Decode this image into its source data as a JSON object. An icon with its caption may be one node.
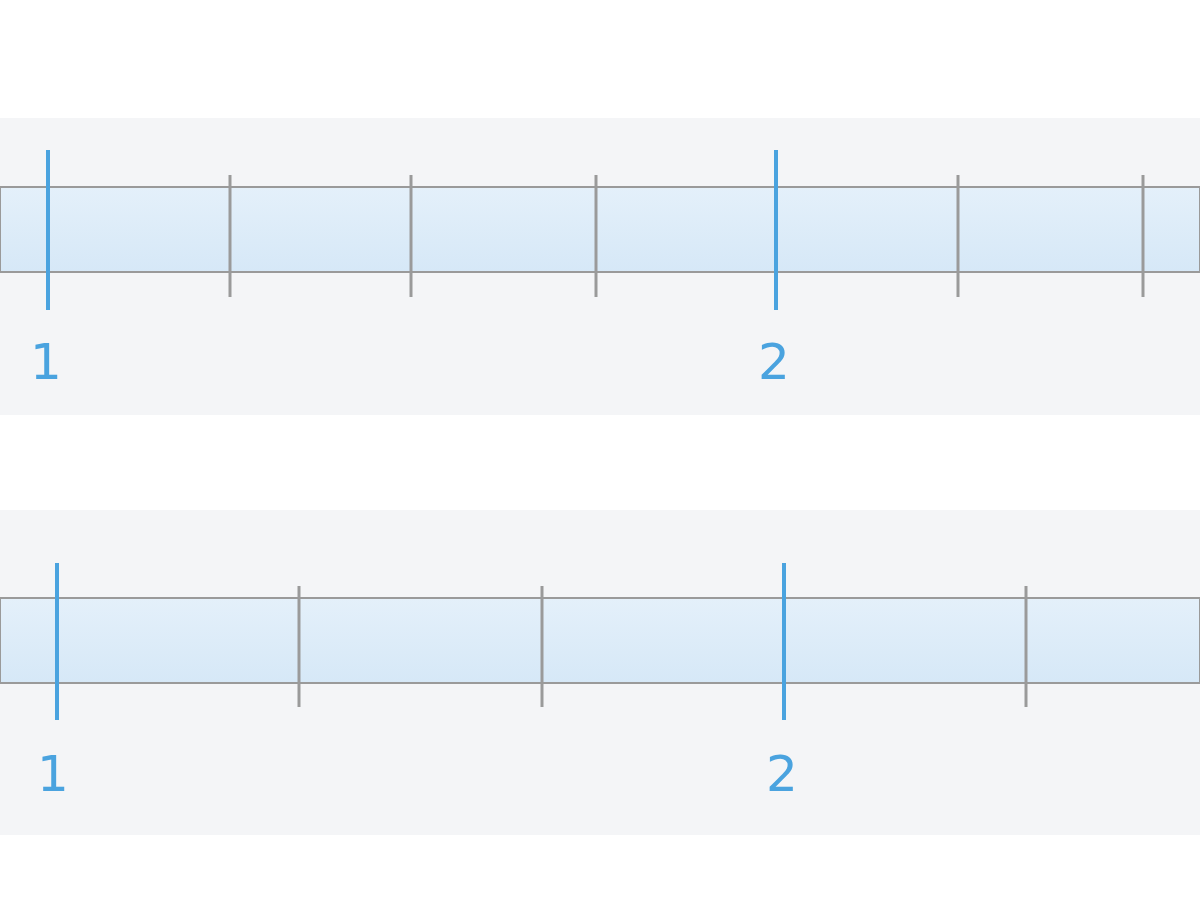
{
  "diagram": {
    "labels": [
      "1",
      "2",
      "1",
      "2"
    ]
  }
}
